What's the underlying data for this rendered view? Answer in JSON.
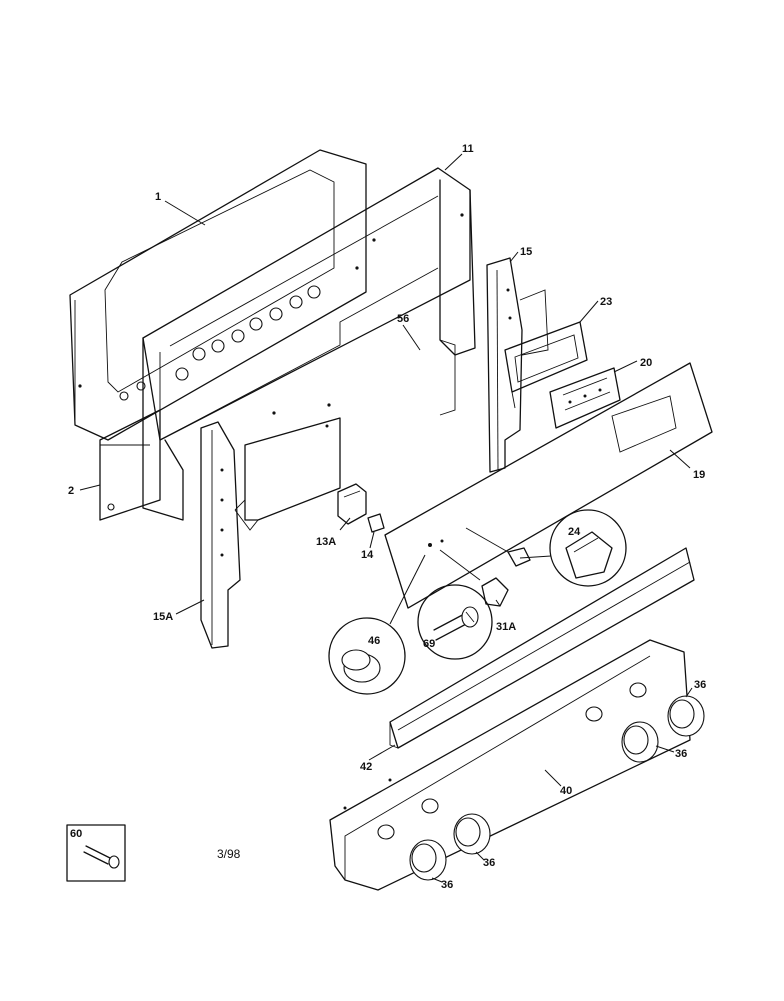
{
  "diagram": {
    "labels": {
      "p1": "1",
      "p2": "2",
      "p11": "11",
      "p13a": "13A",
      "p14": "14",
      "p15": "15",
      "p15a": "15A",
      "p19": "19",
      "p20": "20",
      "p23": "23",
      "p24": "24",
      "p31a": "31A",
      "p36": "36",
      "p40": "40",
      "p42": "42",
      "p46": "46",
      "p56": "56",
      "p60": "60",
      "p69": "69"
    },
    "date_code": "3/98"
  }
}
